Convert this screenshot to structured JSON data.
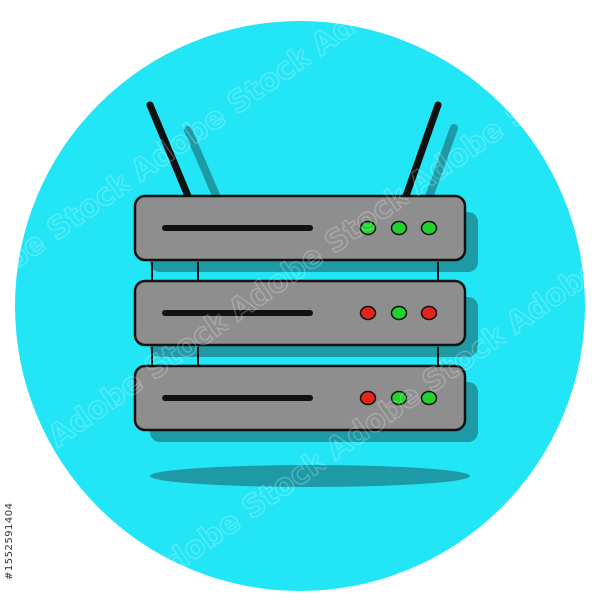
{
  "colors": {
    "background": "#ffffff",
    "circle": "#22e5f6",
    "body": "#8e8e8e",
    "shadow": "#1e9aa6",
    "outline": "#111111",
    "led_green": "#22d12c",
    "led_red": "#e3231c"
  },
  "icon": "server-rack-icon",
  "units": [
    {
      "name": "top",
      "leds": [
        "green",
        "green",
        "green"
      ]
    },
    {
      "name": "middle",
      "leds": [
        "red",
        "green",
        "red"
      ]
    },
    {
      "name": "bottom",
      "leds": [
        "red",
        "green",
        "green"
      ]
    }
  ],
  "watermark": {
    "brand": "Adobe Stock",
    "stock_id": "#1552591404"
  }
}
